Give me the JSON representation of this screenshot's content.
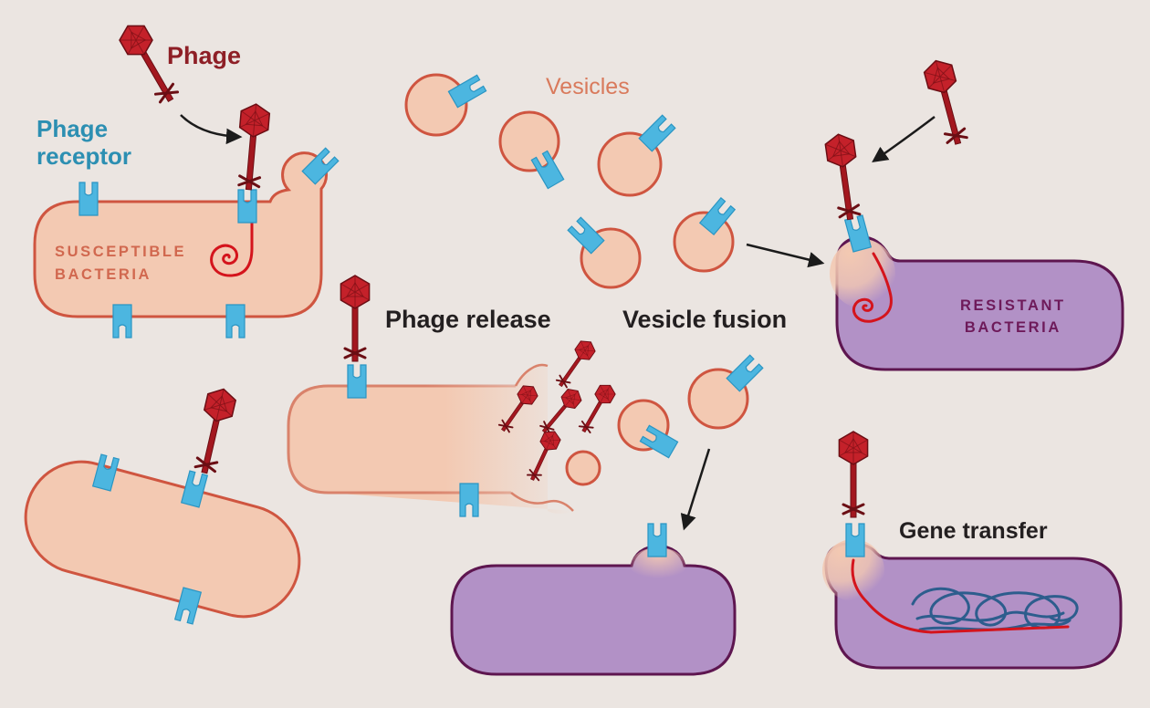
{
  "labels": {
    "phage": "Phage",
    "phage_receptor_line1": "Phage",
    "phage_receptor_line2": "receptor",
    "vesicles": "Vesicles",
    "susceptible_line1": "SUSCEPTIBLE",
    "susceptible_line2": "BACTERIA",
    "resistant_line1": "RESISTANT",
    "resistant_line2": "BACTERIA",
    "phage_release": "Phage release",
    "vesicle_fusion": "Vesicle fusion",
    "gene_transfer": "Gene transfer"
  },
  "colors": {
    "background": "#ebe5e1",
    "susceptible_fill": "#f3c9b2",
    "susceptible_stroke": "#cf5540",
    "resistant_fill": "#b291c6",
    "resistant_stroke": "#5e1650",
    "receptor": "#4cb6e0",
    "phage": "#a3171f",
    "phage_dna": "#d4141c",
    "host_dna": "#2d5d8d",
    "arrow": "#1b1b1b"
  },
  "icons": [
    "phage-icon",
    "receptor-icon",
    "vesicle-icon",
    "arrow-icon"
  ]
}
